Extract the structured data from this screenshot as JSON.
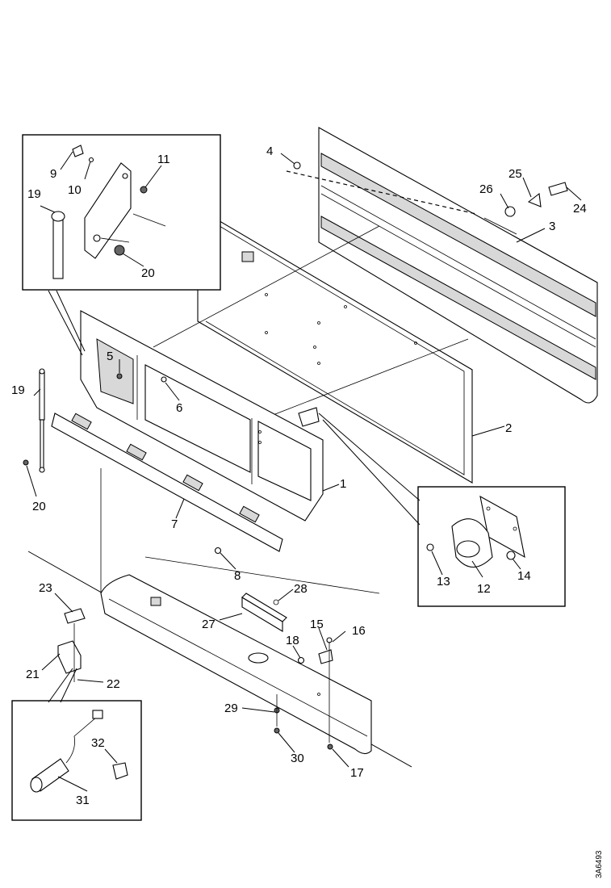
{
  "callouts": {
    "c1": "1",
    "c2": "2",
    "c3": "3",
    "c4": "4",
    "c5": "5",
    "c6": "6",
    "c7": "7",
    "c8": "8",
    "c9": "9",
    "c10": "10",
    "c11": "11",
    "c12": "12",
    "c13": "13",
    "c14": "14",
    "c15": "15",
    "c16": "16",
    "c17": "17",
    "c18": "18",
    "c19a": "19",
    "c19b": "19",
    "c20a": "20",
    "c20b": "20",
    "c21": "21",
    "c22": "22",
    "c23": "23",
    "c24": "24",
    "c25": "25",
    "c26": "26",
    "c27": "27",
    "c28": "28",
    "c29": "29",
    "c30": "30",
    "c31": "31",
    "c32": "32"
  },
  "reference_code": "3A6493"
}
